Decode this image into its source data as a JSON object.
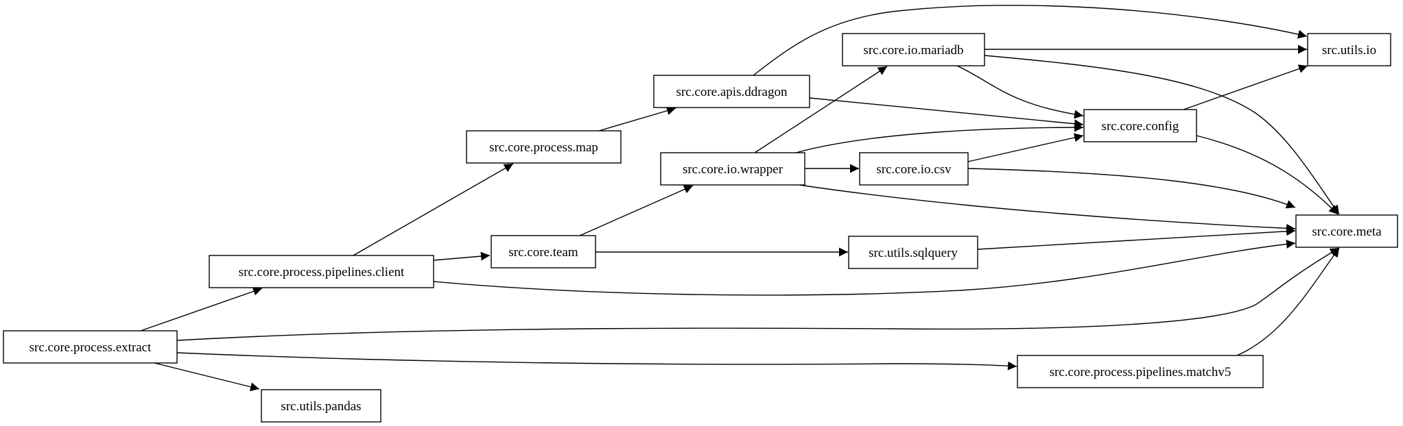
{
  "diagram": {
    "type": "dependency-graph",
    "nodes": [
      {
        "id": "extract",
        "label": "src.core.process.extract"
      },
      {
        "id": "client",
        "label": "src.core.process.pipelines.client"
      },
      {
        "id": "pandas",
        "label": "src.utils.pandas"
      },
      {
        "id": "map",
        "label": "src.core.process.map"
      },
      {
        "id": "team",
        "label": "src.core.team"
      },
      {
        "id": "ddragon",
        "label": "src.core.apis.ddragon"
      },
      {
        "id": "wrapper",
        "label": "src.core.io.wrapper"
      },
      {
        "id": "mariadb",
        "label": "src.core.io.mariadb"
      },
      {
        "id": "csv",
        "label": "src.core.io.csv"
      },
      {
        "id": "sqlquery",
        "label": "src.utils.sqlquery"
      },
      {
        "id": "matchv5",
        "label": "src.core.process.pipelines.matchv5"
      },
      {
        "id": "config",
        "label": "src.core.config"
      },
      {
        "id": "io",
        "label": "src.utils.io"
      },
      {
        "id": "meta",
        "label": "src.core.meta"
      }
    ],
    "edges": [
      {
        "from": "extract",
        "to": "client"
      },
      {
        "from": "extract",
        "to": "pandas"
      },
      {
        "from": "extract",
        "to": "meta"
      },
      {
        "from": "extract",
        "to": "matchv5"
      },
      {
        "from": "client",
        "to": "map"
      },
      {
        "from": "client",
        "to": "team"
      },
      {
        "from": "client",
        "to": "meta"
      },
      {
        "from": "map",
        "to": "ddragon"
      },
      {
        "from": "ddragon",
        "to": "io"
      },
      {
        "from": "ddragon",
        "to": "config"
      },
      {
        "from": "team",
        "to": "wrapper"
      },
      {
        "from": "team",
        "to": "sqlquery"
      },
      {
        "from": "wrapper",
        "to": "mariadb"
      },
      {
        "from": "wrapper",
        "to": "config"
      },
      {
        "from": "wrapper",
        "to": "csv"
      },
      {
        "from": "wrapper",
        "to": "meta"
      },
      {
        "from": "mariadb",
        "to": "io"
      },
      {
        "from": "mariadb",
        "to": "config"
      },
      {
        "from": "mariadb",
        "to": "meta"
      },
      {
        "from": "csv",
        "to": "config"
      },
      {
        "from": "csv",
        "to": "meta"
      },
      {
        "from": "config",
        "to": "io"
      },
      {
        "from": "config",
        "to": "meta"
      },
      {
        "from": "sqlquery",
        "to": "meta"
      },
      {
        "from": "matchv5",
        "to": "meta"
      }
    ]
  }
}
